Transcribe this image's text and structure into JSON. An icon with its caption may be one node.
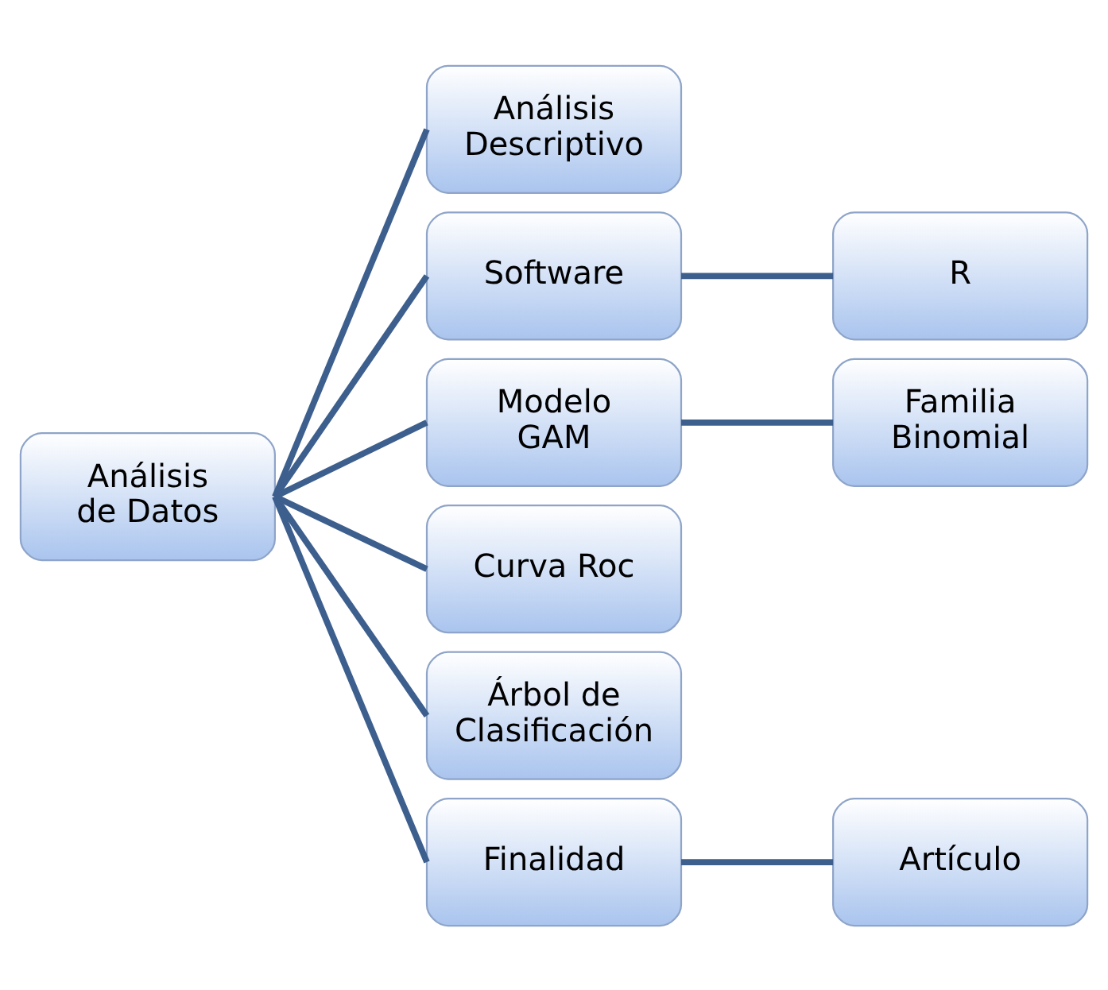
{
  "diagram": {
    "nodes": [
      {
        "text": [
          "Análisis de Datos"
        ]
      },
      {
        "text": [
          "Análisis Descriptivo"
        ]
      },
      {
        "text": [
          "Software"
        ]
      },
      {
        "text": [
          "R"
        ]
      },
      {
        "text": [
          "Modelo GAM"
        ]
      },
      {
        "text": [
          "Familia Binomial"
        ]
      },
      {
        "text": [
          "Curva Roc"
        ]
      },
      {
        "text": [
          "Árbol de Clasificación"
        ]
      },
      {
        "text": [
          "Finalidad"
        ]
      },
      {
        "text": [
          "Artículo"
        ]
      }
    ],
    "edges": [
      {
        "from": 0,
        "to": 1,
        "arrow": "none"
      },
      {
        "from": 0,
        "to": 2,
        "arrow": "none"
      },
      {
        "from": 0,
        "to": 4,
        "arrow": "none"
      },
      {
        "from": 0,
        "to": 6,
        "arrow": "none"
      },
      {
        "from": 0,
        "to": 7,
        "arrow": "none"
      },
      {
        "from": 0,
        "to": 8,
        "arrow": "none"
      },
      {
        "from": 2,
        "to": 3,
        "arrow": "none"
      },
      {
        "from": 4,
        "to": 5,
        "arrow": "none"
      },
      {
        "from": 8,
        "to": 9,
        "arrow": "none"
      }
    ]
  }
}
